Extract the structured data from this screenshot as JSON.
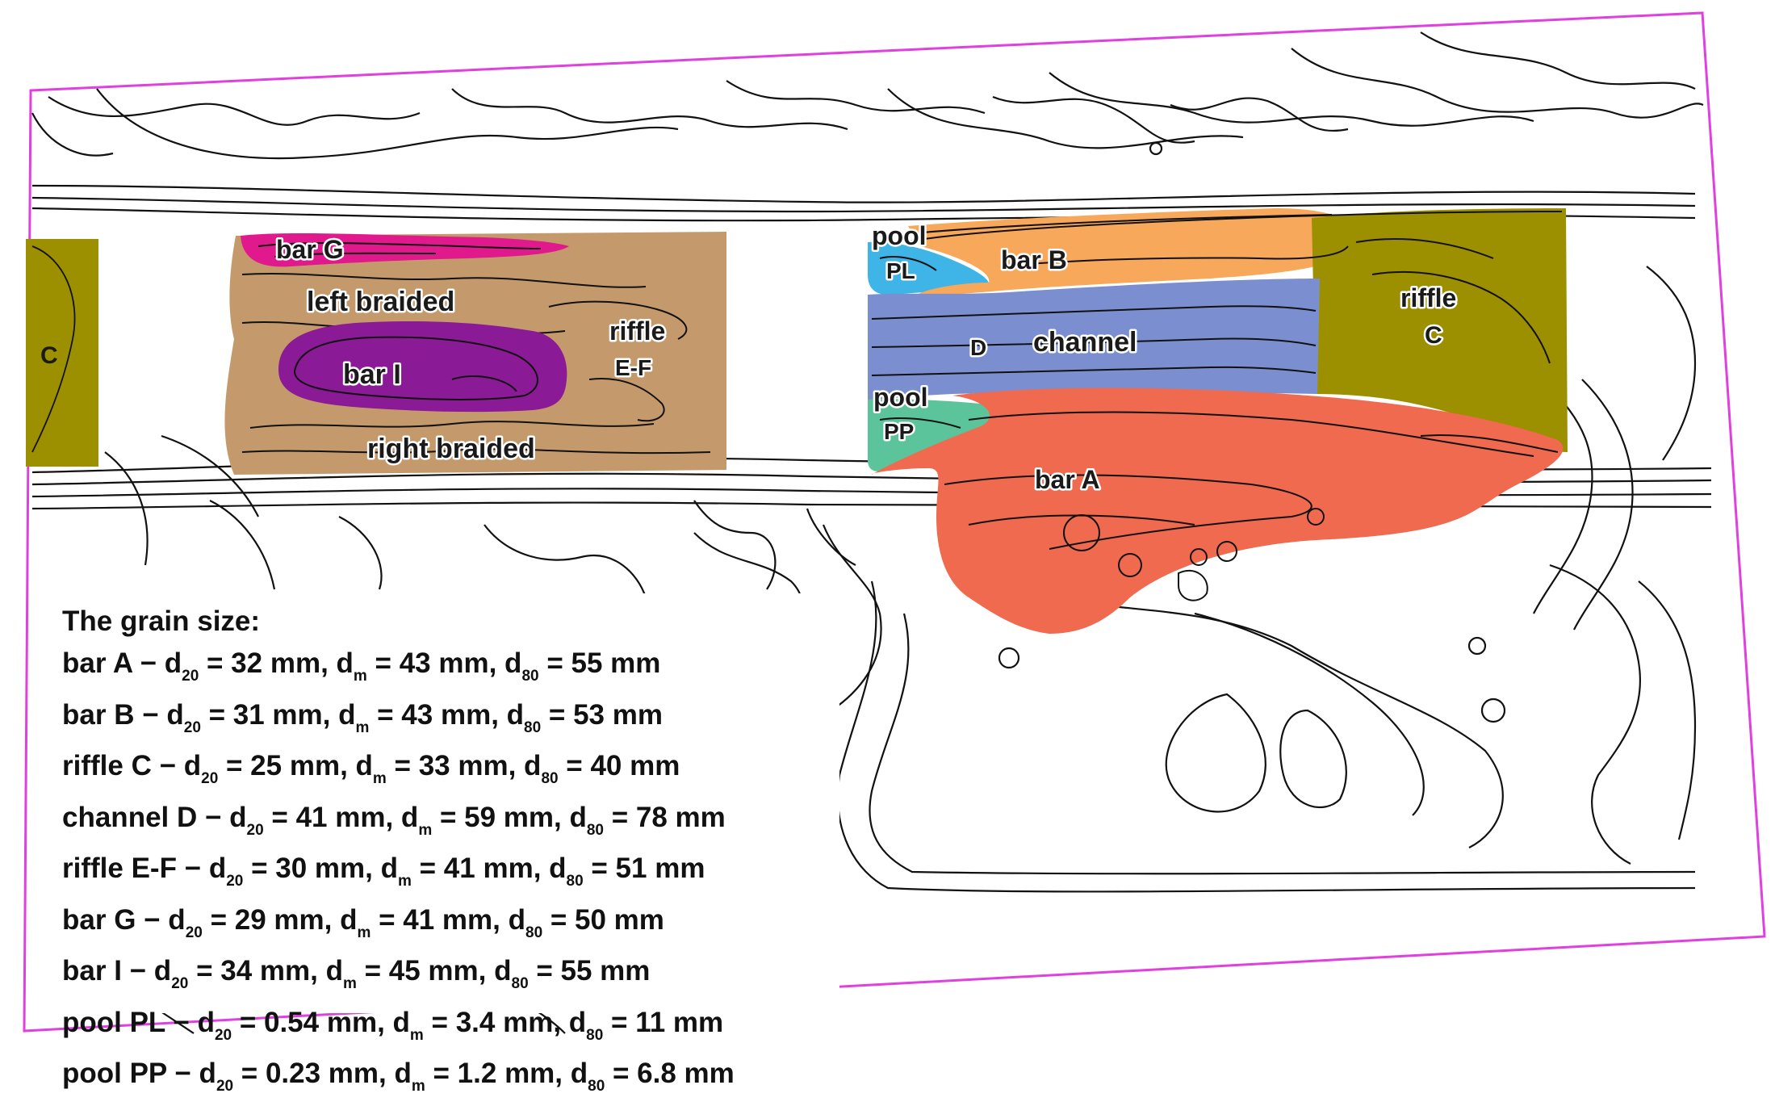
{
  "zones": {
    "riffle_c_left": {
      "label": "C",
      "color": "#9c9000"
    },
    "bar_g": {
      "label": "bar G",
      "color": "#e0198c"
    },
    "braided": {
      "color": "#c49a6c"
    },
    "left_braided": {
      "label": "left braided"
    },
    "right_braided": {
      "label": "right braided"
    },
    "bar_i": {
      "label": "bar I",
      "color": "#8a1a96"
    },
    "riffle_ef": {
      "label_line1": "riffle",
      "label_line2": "E-F"
    },
    "pool_pl": {
      "label_line1": "pool",
      "label_line2": "PL",
      "color": "#3fb4e6"
    },
    "bar_b": {
      "label": "bar B",
      "color": "#f7a85a"
    },
    "channel_d": {
      "label_d": "D",
      "label": "channel",
      "color": "#7b8fd0"
    },
    "pool_pp": {
      "label_line1": "pool",
      "label_line2": "PP",
      "color": "#5cc49a"
    },
    "bar_a": {
      "label": "bar A",
      "color": "#ef6a4e"
    },
    "riffle_c_right": {
      "label_line1": "riffle",
      "label_line2": "C",
      "color": "#9c9000"
    }
  },
  "border_color": "#e040e0",
  "legend": {
    "title": "The grain size:",
    "rows": [
      {
        "name": "bar A",
        "d20": "32 mm",
        "dm": "43 mm",
        "d80": "55 mm"
      },
      {
        "name": "bar B",
        "d20": "31 mm",
        "dm": "43 mm",
        "d80": "53 mm"
      },
      {
        "name": "riffle C",
        "d20": "25 mm",
        "dm": "33 mm",
        "d80": "40 mm"
      },
      {
        "name": "channel D",
        "d20": "41 mm",
        "dm": "59 mm",
        "d80": "78 mm"
      },
      {
        "name": "riffle E-F",
        "d20": "30 mm",
        "dm": "41 mm",
        "d80": "51 mm"
      },
      {
        "name": "bar G",
        "d20": "29 mm",
        "dm": "41 mm",
        "d80": "50 mm"
      },
      {
        "name": "bar I",
        "d20": "34 mm",
        "dm": "45 mm",
        "d80": "55 mm"
      },
      {
        "name": "pool PL",
        "d20": "0.54 mm",
        "dm": "3.4 mm",
        "d80": "11 mm"
      },
      {
        "name": "pool PP",
        "d20": "0.23 mm",
        "dm": "1.2 mm",
        "d80": "6.8 mm"
      }
    ],
    "sep": " − ",
    "d": "d",
    "sub20": "20",
    "subm": "m",
    "sub80": "80",
    "eq": " = ",
    "comma": ", "
  }
}
